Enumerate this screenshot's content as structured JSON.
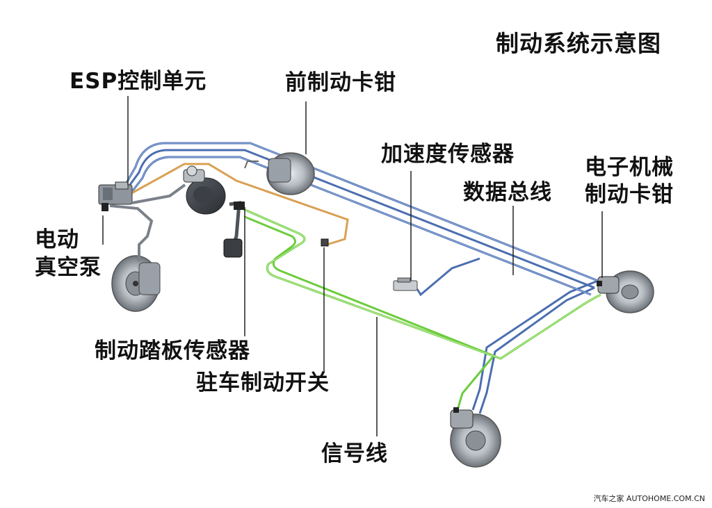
{
  "title": "制动系统示意图",
  "labels": {
    "esp": "ESP控制单元",
    "front_caliper": "前制动卡钳",
    "accel_sensor": "加速度传感器",
    "data_bus": "数据总线",
    "emb_caliper_line1": "电子机械",
    "emb_caliper_line2": "制动卡钳",
    "vacuum_pump_line1": "电动",
    "vacuum_pump_line2": "真空泵",
    "pedal_sensor": "制动踏板传感器",
    "parking_switch": "驻车制动开关",
    "signal_line": "信号线"
  },
  "watermark": "汽车之家 AUTOHOME.COM.CN",
  "colors": {
    "bus_line": "#4b6eb0",
    "signal_line": "#6ccc3c",
    "brake_line": "#d9a052",
    "metal": "#a7adb4",
    "metal_dark": "#5f666e"
  }
}
